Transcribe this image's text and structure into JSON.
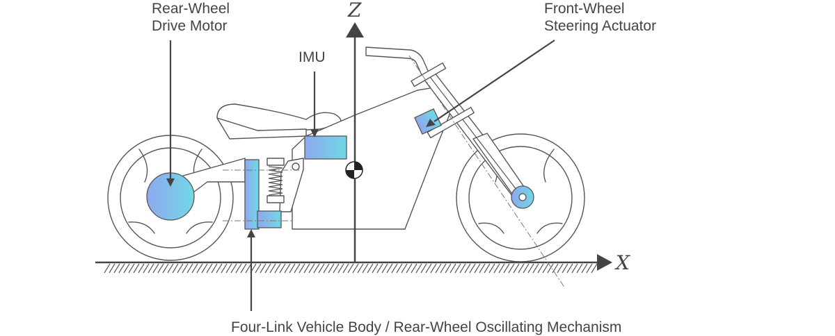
{
  "labels": {
    "rear_motor_line1": "Rear-Wheel",
    "rear_motor_line2": "Drive Motor",
    "imu": "IMU",
    "front_actuator_line1": "Front-Wheel",
    "front_actuator_line2": "Steering Actuator",
    "mechanism": "Four-Link Vehicle Body / Rear-Wheel Oscillating Mechanism"
  },
  "axes": {
    "z": "Z",
    "x": "X"
  },
  "colors": {
    "line": "#555555",
    "component_gradient_start": "#8fa8ee",
    "component_gradient_end": "#70d8e6",
    "ground_hatch": "#555555"
  },
  "icons": {
    "center_of_mass": "center-of-mass-icon",
    "axis_arrow": "arrow-head-icon"
  }
}
